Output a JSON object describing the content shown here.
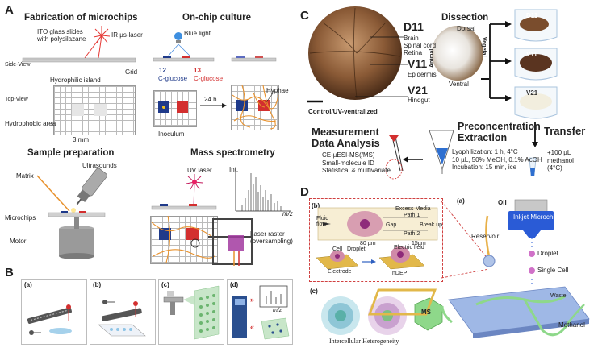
{
  "panel_a": {
    "letter": "A",
    "fabrication_title": "Fabrication of microchips",
    "ito_label": "ITO glass slides\nwith polysilazane",
    "laser_label": "IR µs-laser",
    "side_view": "Side-View",
    "hydrophilic": "Hydrophilic island",
    "grid": "Grid",
    "top_view": "Top-View",
    "hydrophobic": "Hydrophobic area",
    "scale": "3 mm",
    "culture_title": "On-chip culture",
    "blue_light": "Blue light",
    "c12": "12",
    "c12_label": "C-glucose",
    "c13": "13",
    "c13_label": "C-glucose",
    "inoculum": "Inoculum",
    "time": "24 h",
    "hyphae": "Hyphae",
    "sample_title": "Sample preparation",
    "matrix": "Matrix",
    "ultrasounds": "Ultrasounds",
    "microchips": "Microchips",
    "motor": "Motor",
    "ms_title": "Mass spectrometry",
    "uv_laser": "UV laser",
    "int": "Int.",
    "mz": "m/z",
    "raster": "Laser raster\n(oversampling)"
  },
  "panel_b": {
    "letter": "B",
    "sub_a": "(a)",
    "sub_b": "(b)",
    "sub_c": "(c)",
    "sub_d": "(d)",
    "mz": "m/z"
  },
  "panel_c": {
    "letter": "C",
    "d11": "D11",
    "d11_tissues": "Brain\nSpinal cord\nRetina",
    "v11": "V11",
    "v11_tissues": "Epidermis",
    "v21": "V21",
    "v21_tissues": "Hindgut",
    "control": "Control/UV-ventralized",
    "dissection": "Dissection",
    "dorsal": "Dorsal",
    "ventral": "Ventral",
    "animal": "Animal",
    "vegetal": "Vegetal",
    "tube_d11": "D11",
    "tube_v11": "V11",
    "tube_v21": "V21",
    "transfer": "Transfer",
    "transfer_detail": "+100 µL\nmethanol\n(4°C)",
    "preconc_title": "Preconcentration\nExtraction",
    "preconc_detail": "Lyophilization: 1 h, 4°C\n10 µL, 50% MeOH, 0.1% AcOH\nIncubation: 15 min, ice",
    "measure_title": "Measurement\nData Analysis",
    "measure_detail": "CE-µESI-MS(/MS)\nSmall-molecule ID\nStatistical & multivariate"
  },
  "panel_d": {
    "letter": "D",
    "sub_b": "(b)",
    "sub_a": "(a)",
    "sub_c": "(c)",
    "fluid_flow": "Fluid\nflow",
    "excess_media": "Excess Media",
    "path1": "Path 1",
    "path2": "Path 2",
    "gap": "Gap",
    "break_up": "Break up",
    "um80": "80 µm",
    "um15": "15µm",
    "cell": "Cell",
    "droplet_small": "Droplet",
    "electric_field": "Electric field",
    "electrode": "Electrode",
    "ndep": "nDEP",
    "oil": "Oil",
    "inkjet": "Inkjet Microchip",
    "reservoir": "Reservoir",
    "droplet": "Droplet",
    "single_cell": "Single Cell",
    "waste": "Waste",
    "ms": "MS",
    "methanol": "Methanol",
    "heterogeneity": "Intercellular Heterogeneity"
  },
  "colors": {
    "blue": "#1f3a8a",
    "red": "#d32f2f",
    "orange": "#e8912c",
    "purple": "#a23aa0",
    "green": "#7ccc6a",
    "slide_blue": "#6d8fd4"
  }
}
